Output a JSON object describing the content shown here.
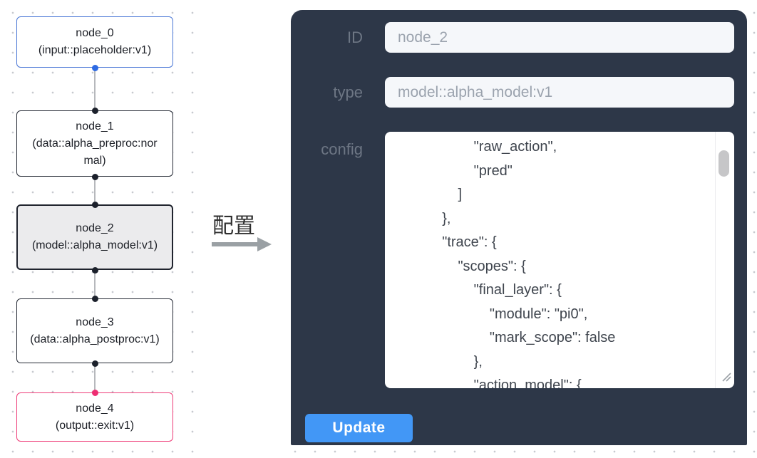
{
  "workflow": {
    "nodes": [
      {
        "name": "node_0",
        "type_label": "(input::placeholder:v1)",
        "variant": "input"
      },
      {
        "name": "node_1",
        "type_label": "(data::alpha_preproc:normal)",
        "variant": "default"
      },
      {
        "name": "node_2",
        "type_label": "(model::alpha_model:v1)",
        "variant": "selected"
      },
      {
        "name": "node_3",
        "type_label": "(data::alpha_postproc:v1)",
        "variant": "default"
      },
      {
        "name": "node_4",
        "type_label": "(output::exit:v1)",
        "variant": "output"
      }
    ]
  },
  "transition": {
    "label": "配置",
    "arrow_icon": "right-arrow"
  },
  "panel": {
    "id_field": {
      "label": "ID",
      "value": "node_2"
    },
    "type_field": {
      "label": "type",
      "value": "model::alpha_model:v1"
    },
    "config_field": {
      "label": "config",
      "value": "            \"raw_action\",\n            \"pred\"\n        ]\n    },\n    \"trace\": {\n        \"scopes\": {\n            \"final_layer\": {\n                \"module\": \"pi0\",\n                \"mark_scope\": false\n            },\n            \"action_model\": {"
    },
    "update_button": "Update"
  },
  "colors": {
    "panel_background": "#2d3748",
    "update_button": "#4297f6",
    "node_input_border": "#4a77d6",
    "node_output_border": "#ee3c78",
    "node_default_border": "#252a35",
    "selected_node_background": "#ebebed",
    "handle_blue": "#2d6ae3",
    "handle_pink": "#ee2d72",
    "handle_dark": "#1b202b",
    "field_background": "#f5f7fa",
    "field_text": "#9ba3ae",
    "label_text": "#6d7684",
    "grid_dot": "#c7cacf"
  }
}
